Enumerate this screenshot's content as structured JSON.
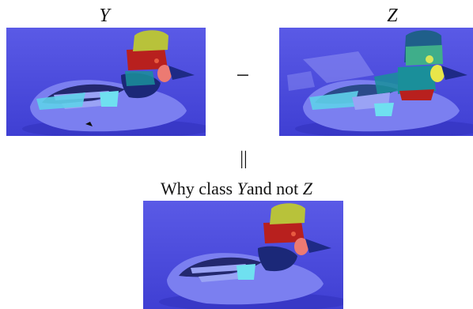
{
  "labels": {
    "left": "Y",
    "right": "Z",
    "minus": "−",
    "equals": "||"
  },
  "caption": {
    "prefix": "Why class ",
    "y": "Y",
    "middle": "and not ",
    "z": "Z"
  },
  "panels": {
    "y": "explanation-map-class-Y",
    "z": "explanation-map-class-Z",
    "diff": "contrastive-explanation-map"
  },
  "colors": {
    "background_overlay": "#4a4adf",
    "yellow_green": "#b8c23a",
    "red": "#b8201e",
    "salmon": "#ec7a72",
    "cyan": "#5fd0ea",
    "teal": "#1a8f9a",
    "navy": "#1b2878",
    "lavender": "#8a8cf2",
    "lime": "#d8e65a",
    "green": "#3fae8a"
  }
}
